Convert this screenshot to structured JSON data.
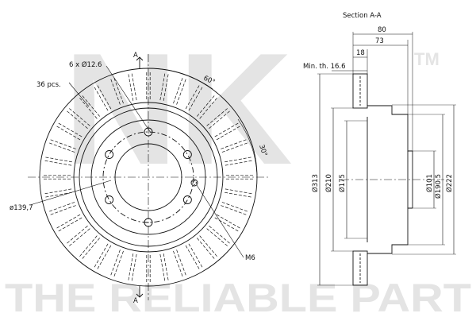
{
  "watermark": {
    "logo_text": "NK",
    "tm": "TM",
    "tagline": "THE RELIABLE PART",
    "color": "#e4e4e4"
  },
  "front_view": {
    "vent_label": "36 pcs.",
    "vent_count": 36,
    "bolt_label": "6 x Ø12.6",
    "bolt_count": 6,
    "pcd_label": "ø139,7",
    "angle_60_label": "60°",
    "angle_30_label": "30°",
    "thread_label": "M6",
    "section_mark_top": "A",
    "section_mark_bottom": "A"
  },
  "section_view": {
    "title": "Section A-A",
    "dims": {
      "width_80": "80",
      "width_73": "73",
      "width_18": "18",
      "min_th": "Min. th. 16.6",
      "d313": "Ø313",
      "d210": "Ø210",
      "d175": "Ø175",
      "d101": "Ø101",
      "d190_5": "Ø190.5",
      "d222": "Ø222"
    }
  },
  "colors": {
    "line": "#111111",
    "watermark": "#e4e4e4"
  }
}
